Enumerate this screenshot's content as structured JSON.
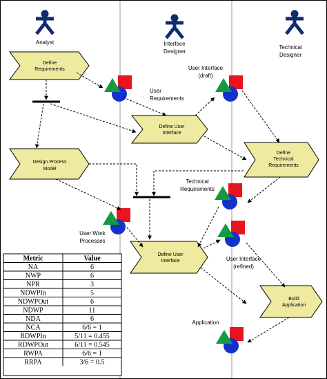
{
  "lanes": [
    {
      "name": "Analyst"
    },
    {
      "name": "Interface Designer",
      "lines": [
        "Interface",
        "Designer"
      ]
    },
    {
      "name": "Technical Designer",
      "lines": [
        "Technical",
        "Designer"
      ]
    }
  ],
  "activities": {
    "define_requirements": [
      "Define",
      "Requirements"
    ],
    "design_process_model": [
      "Design Process",
      "Model"
    ],
    "define_ui_1": [
      "Define User",
      "Interface"
    ],
    "define_tech_req": [
      "Define",
      "Technical",
      "Requirements"
    ],
    "define_ui_2": [
      "Define User",
      "Interface"
    ],
    "build_application": [
      "Build",
      "Application"
    ]
  },
  "products": {
    "user_requirements": [
      "User",
      "Requirements"
    ],
    "ui_draft": [
      "User Interface",
      "(draft)"
    ],
    "technical_requirements": [
      "Technical",
      "Requirements"
    ],
    "user_work_processes": [
      "User Work",
      "Processes"
    ],
    "ui_refined": [
      "User Interface",
      "(refined)"
    ],
    "application": [
      "Application"
    ]
  },
  "metrics_table": {
    "headers": [
      "Metric",
      "Value"
    ],
    "rows": [
      [
        "NA",
        "6"
      ],
      [
        "NWP",
        "6"
      ],
      [
        "NPR",
        "3"
      ],
      [
        "NDWPIn",
        "5"
      ],
      [
        "NDWPOut",
        "6"
      ],
      [
        "NDWP",
        "11"
      ],
      [
        "NDA",
        "6"
      ],
      [
        "NCA",
        "6/6 = 1"
      ],
      [
        "RDWPIn",
        "5/11 = 0.455"
      ],
      [
        "RDWPOut",
        "6/11 = 0.545"
      ],
      [
        "RWPA",
        "6/6 = 1"
      ],
      [
        "RRPA",
        "3/6 = 0.5"
      ]
    ]
  },
  "colors": {
    "activity_fill": "#eeeaa0",
    "triangle": "#149a40",
    "square": "#e8141e",
    "circle": "#1432c8",
    "actor": "#0f2d6e"
  }
}
